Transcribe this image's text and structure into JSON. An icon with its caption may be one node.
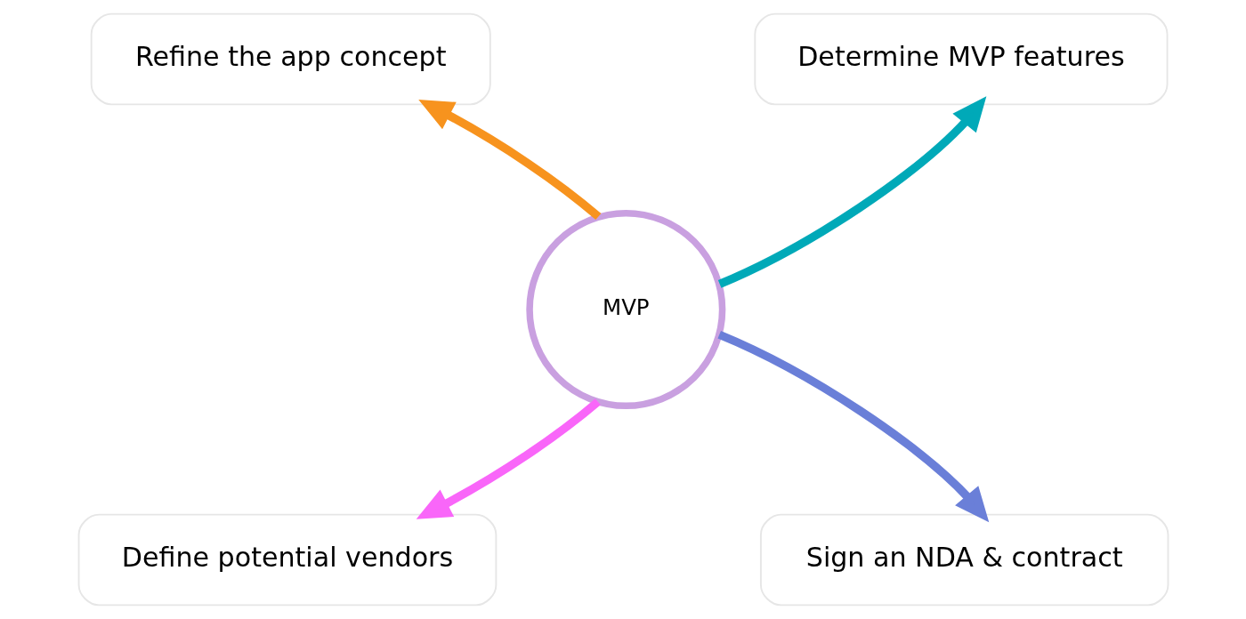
{
  "diagram": {
    "nodes": [
      {
        "text": [
          "Refine the app concept"
        ]
      },
      {
        "text": [
          "Determine MVP features"
        ]
      },
      {
        "text": [
          "MVP"
        ]
      },
      {
        "text": [
          "Define potential vendors"
        ]
      },
      {
        "text": [
          "Sign an NDA & contract"
        ]
      }
    ],
    "edges": [
      {
        "from": 2,
        "to": 0,
        "arrow": "to",
        "color": "#f7931e"
      },
      {
        "from": 2,
        "to": 1,
        "arrow": "to",
        "color": "#00a9b8"
      },
      {
        "from": 2,
        "to": 3,
        "arrow": "to",
        "color": "#f966f9"
      },
      {
        "from": 2,
        "to": 4,
        "arrow": "to",
        "color": "#6a7fd8"
      }
    ]
  }
}
